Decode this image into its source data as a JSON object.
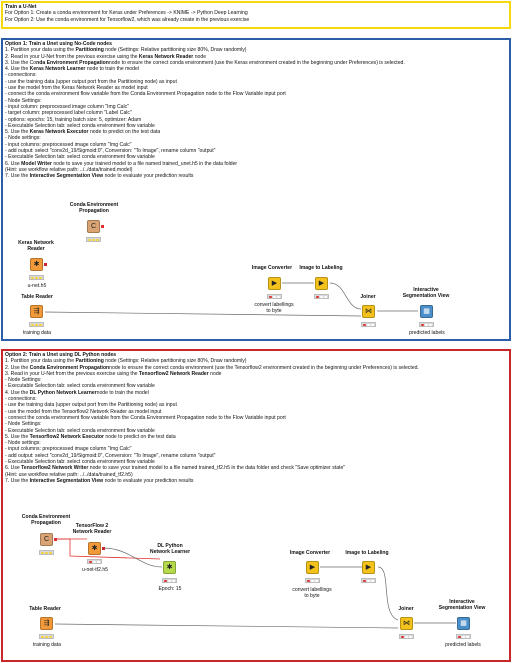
{
  "header": {
    "title": "Train a U-Net",
    "lines": [
      "For Option 1: Create a conda environment for Keras under Preferences -> KNIME -> Python Deep Learning",
      "For Option 2: Use the conda environment for Tensorflow2, which was already create in the previous exercise"
    ]
  },
  "option1": {
    "heading": "Option 1: Train a Unet using No-Code nodes",
    "lines": [
      {
        "pre": "1. Partition your data using the ",
        "bold": "Partitioning",
        "post": " node (Settings: Relative partitioning size 80%, Draw randomly)"
      },
      {
        "pre": "2. Read in your U-Net from the previous exercise using the ",
        "bold": "Keras Network Reader",
        "post": " node"
      },
      {
        "pre": "3. Use the Co",
        "bold": "nda Environment Propagation",
        "post": "node to ensure the correct conda environment (use the Keras environment created in the beginning under Preferences) is selected."
      },
      {
        "pre": "4. Use the ",
        "bold": "Keras Network Learner",
        "post": " node to train the model"
      },
      {
        "pre": "- connections:",
        "bold": "",
        "post": ""
      },
      {
        "pre": "- use the training data (upper output port from the Partitioning node) as input",
        "bold": "",
        "post": ""
      },
      {
        "pre": "- use the model from the Keras Network Reader as model input",
        "bold": "",
        "post": ""
      },
      {
        "pre": "- connect the conda environment flow variable from the Conda Environment Propagation node to the Flow Variable input port",
        "bold": "",
        "post": ""
      },
      {
        "pre": "- Node Settings:",
        "bold": "",
        "post": ""
      },
      {
        "pre": "- input column: preprocessed image column \"Img Calc\"",
        "bold": "",
        "post": ""
      },
      {
        "pre": "- target column: preprocessed label column \"Label Calc\"",
        "bold": "",
        "post": ""
      },
      {
        "pre": "- options: epochs: 15, training batch size: 5, optimizer: Adam",
        "bold": "",
        "post": ""
      },
      {
        "pre": "- Executable Selection tab: select conda environment flow variable",
        "bold": "",
        "post": ""
      },
      {
        "pre": "5. Use the ",
        "bold": "Keras Network Executor",
        "post": " node to predict on the test data"
      },
      {
        "pre": "- Node settings:",
        "bold": "",
        "post": ""
      },
      {
        "pre": "- input columns: preprocessed image column \"Img Calc\"",
        "bold": "",
        "post": ""
      },
      {
        "pre": "- add output: select \"conv2d_19/Sigmoid:0\", Conversion: \"To Image\", rename column \"output\"",
        "bold": "",
        "post": ""
      },
      {
        "pre": "- Executable Selection tab: select conda environment flow variable",
        "bold": "",
        "post": ""
      },
      {
        "pre": "6. Use ",
        "bold": "Model Writer",
        "post": " node to save your trained model to a file named trained_unet.h5 in the data folder"
      },
      {
        "pre": "(Hint: use workflow relative path: ../../data/trained.model)",
        "bold": "",
        "post": ""
      },
      {
        "pre": "7. Use the ",
        "bold": "Interactive Segmentation View",
        "post": " node to evaluate your prediction results"
      }
    ],
    "nodes": {
      "conda": {
        "title": [
          "Conda Environment",
          "Propagation"
        ],
        "icon": "C"
      },
      "reader": {
        "title": [
          "Keras Network",
          "Reader"
        ],
        "icon": "✱",
        "sub": "u-net.h5"
      },
      "table": {
        "title": [
          "Table Reader"
        ],
        "icon": "⇶",
        "sub": "training data"
      },
      "imgconv": {
        "title": [
          "Image Converter"
        ],
        "icon": "▶",
        "sub": [
          "convert labellings",
          "to byte"
        ]
      },
      "img2lab": {
        "title": [
          "Image to Labeling"
        ],
        "icon": "▶"
      },
      "joiner": {
        "title": [
          "Joiner"
        ],
        "icon": "⋈"
      },
      "segview": {
        "title": [
          "Interactive",
          "Segmentation View"
        ],
        "icon": "▦",
        "sub": "predicted labels"
      }
    }
  },
  "option2": {
    "heading": "Option 2: Train a Unet using DL Python nodes",
    "lines": [
      {
        "pre": "1. Partition your data using the ",
        "bold": "Partitioning",
        "post": " node (Settings: Relative partitioning size 80%, Draw randomly)"
      },
      {
        "pre": "2. Use the ",
        "bold": "Conda Environment Propagation",
        "post": "node to ensure the correct conda environment (use the Tensorflow2 environment created in the beginning under Preferences) is selected."
      },
      {
        "pre": "3. Read in your U-Net from the previous exercise using the ",
        "bold": "Tensorflow2 Network Reader",
        "post": " node"
      },
      {
        "pre": "- Node Settings:",
        "bold": "",
        "post": ""
      },
      {
        "pre": "- Executable Selection tab: select conda environment flow variable",
        "bold": "",
        "post": ""
      },
      {
        "pre": "4. Use the ",
        "bold": "DL Python Network Learner",
        "post": "node to train the model"
      },
      {
        "pre": "- connections:",
        "bold": "",
        "post": ""
      },
      {
        "pre": "- use the training data (upper output port from the Partitioning node) as input",
        "bold": "",
        "post": ""
      },
      {
        "pre": "- use the model from the Tensorflow2 Network Reader as model input",
        "bold": "",
        "post": ""
      },
      {
        "pre": "- connect the conda environment flow variable from the Conda Environment Propagation node to the Flow Variable input port",
        "bold": "",
        "post": ""
      },
      {
        "pre": "- Node Settings:",
        "bold": "",
        "post": ""
      },
      {
        "pre": "- Executable Selection tab: select conda environment flow variable",
        "bold": "",
        "post": ""
      },
      {
        "pre": "5. Use the ",
        "bold": "Tensorflow2 Network Executor",
        "post": " node to predict on the test data"
      },
      {
        "pre": "- Node settings:",
        "bold": "",
        "post": ""
      },
      {
        "pre": "- input columns: preprocessed image column \"Img Calc\"",
        "bold": "",
        "post": ""
      },
      {
        "pre": "- add output: select \"conv2d_19/Sigmoid:0\", Conversion: \"To Image\", rename column \"output\"",
        "bold": "",
        "post": ""
      },
      {
        "pre": "- Executable Selection tab: select conda environment flow variable",
        "bold": "",
        "post": ""
      },
      {
        "pre": "6. Use ",
        "bold": "Tensorflow2 Network Writer",
        "post": " node to save your trained model to a file named trained_tf2.h5 in the data folder and check \"Save optimizer state\""
      },
      {
        "pre": "(Hint: use workflow relative path: ../../data/trained_tf2.h5)",
        "bold": "",
        "post": ""
      },
      {
        "pre": "7. Use the ",
        "bold": "Interactive Segmentation View",
        "post": " node to evaluate your prediction results"
      }
    ],
    "nodes": {
      "conda": {
        "title": [
          "Conda Environment",
          "Propagation"
        ],
        "icon": "C"
      },
      "reader": {
        "title": [
          "TensorFlow 2",
          "Network Reader"
        ],
        "icon": "✱",
        "sub": "u-net-tf2.h5"
      },
      "learner": {
        "title": [
          "DL Python",
          "Network Learner"
        ],
        "icon": "✱",
        "sub": "Epoch: 15"
      },
      "table": {
        "title": [
          "Table Reader"
        ],
        "icon": "⇶",
        "sub": "training data"
      },
      "imgconv": {
        "title": [
          "Image Converter"
        ],
        "icon": "▶",
        "sub": [
          "convert labellings",
          "to byte"
        ]
      },
      "img2lab": {
        "title": [
          "Image to Labeling"
        ],
        "icon": "▶"
      },
      "joiner": {
        "title": [
          "Joiner"
        ],
        "icon": "⋈"
      },
      "segview": {
        "title": [
          "Interactive",
          "Segmentation View"
        ],
        "icon": "▦",
        "sub": "predicted labels"
      }
    }
  },
  "colors": {
    "yellow_border": "#f5d90a",
    "blue_border": "#2a5ea8",
    "red_border": "#c8282c",
    "flow_variable_wire": "#e0302e",
    "data_wire": "#6a6a6a"
  }
}
